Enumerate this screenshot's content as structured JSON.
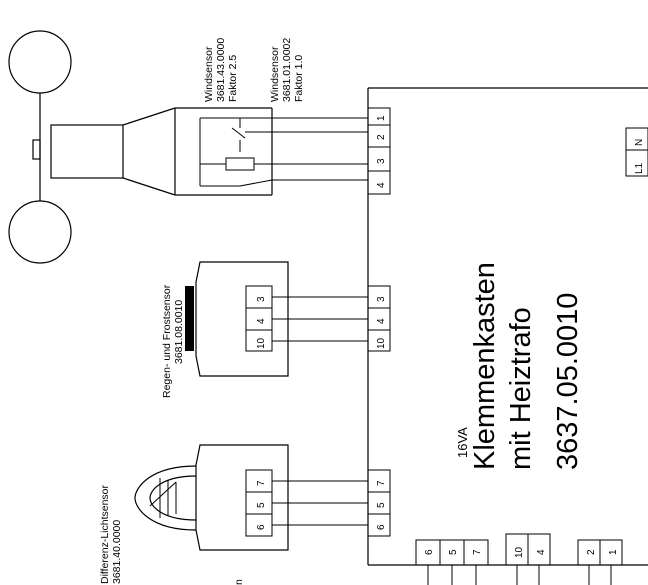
{
  "wind_sensor_labels": {
    "a": {
      "line1": "Windsensor",
      "line2": "3681.43.0000",
      "line3": "Faktor 2.5"
    },
    "b": {
      "line1": "Windsensor",
      "line2": "3681.01.0002",
      "line3": "Faktor 1.0"
    }
  },
  "rain_sensor": {
    "line1": "Regen- und Frostsensor",
    "line2": "3681.08.0010"
  },
  "light_sensor": {
    "line1": "Differenz-Lichtsensor",
    "line2": "3681.40.0000"
  },
  "main_box": {
    "line1": "Klemmenkasten",
    "line2": "mit Heiztrafo",
    "line3": "3637.05.0010",
    "power": "16VA"
  },
  "terminals": {
    "wind": [
      "1",
      "2",
      "3",
      "4"
    ],
    "rain_box": [
      "3",
      "4",
      "10"
    ],
    "rain_sensor": [
      "3",
      "4",
      "10"
    ],
    "light_box": [
      "7",
      "5",
      "6"
    ],
    "light_sensor": [
      "7",
      "5",
      "6"
    ],
    "bottom_group1": [
      "6",
      "5",
      "7"
    ],
    "bottom_group2": [
      "10",
      "4"
    ],
    "bottom_group3": [
      "2",
      "1"
    ],
    "power": [
      "L1",
      "N"
    ]
  },
  "partial_text": "n"
}
